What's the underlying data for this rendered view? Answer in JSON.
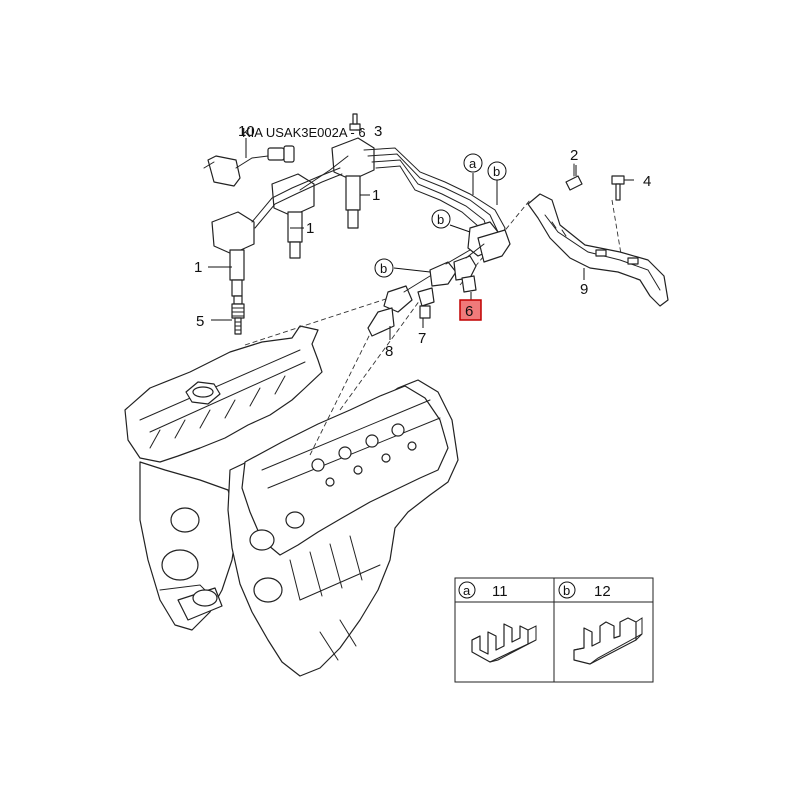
{
  "diagram_code": "KIA USAK3E002A - 6",
  "callouts": {
    "c1a": "1",
    "c1b": "1",
    "c1c": "1",
    "c2": "2",
    "c3": "3",
    "c4": "4",
    "c5": "5",
    "c6": "6",
    "c7": "7",
    "c8": "8",
    "c9": "9",
    "c10": "10"
  },
  "circle_labels": {
    "a1": "a",
    "b1": "b",
    "b2": "b",
    "b3": "b"
  },
  "legend": {
    "a_symbol": "a",
    "a_part": "11",
    "b_symbol": "b",
    "b_part": "12"
  },
  "highlight_color": "#f07a7a"
}
